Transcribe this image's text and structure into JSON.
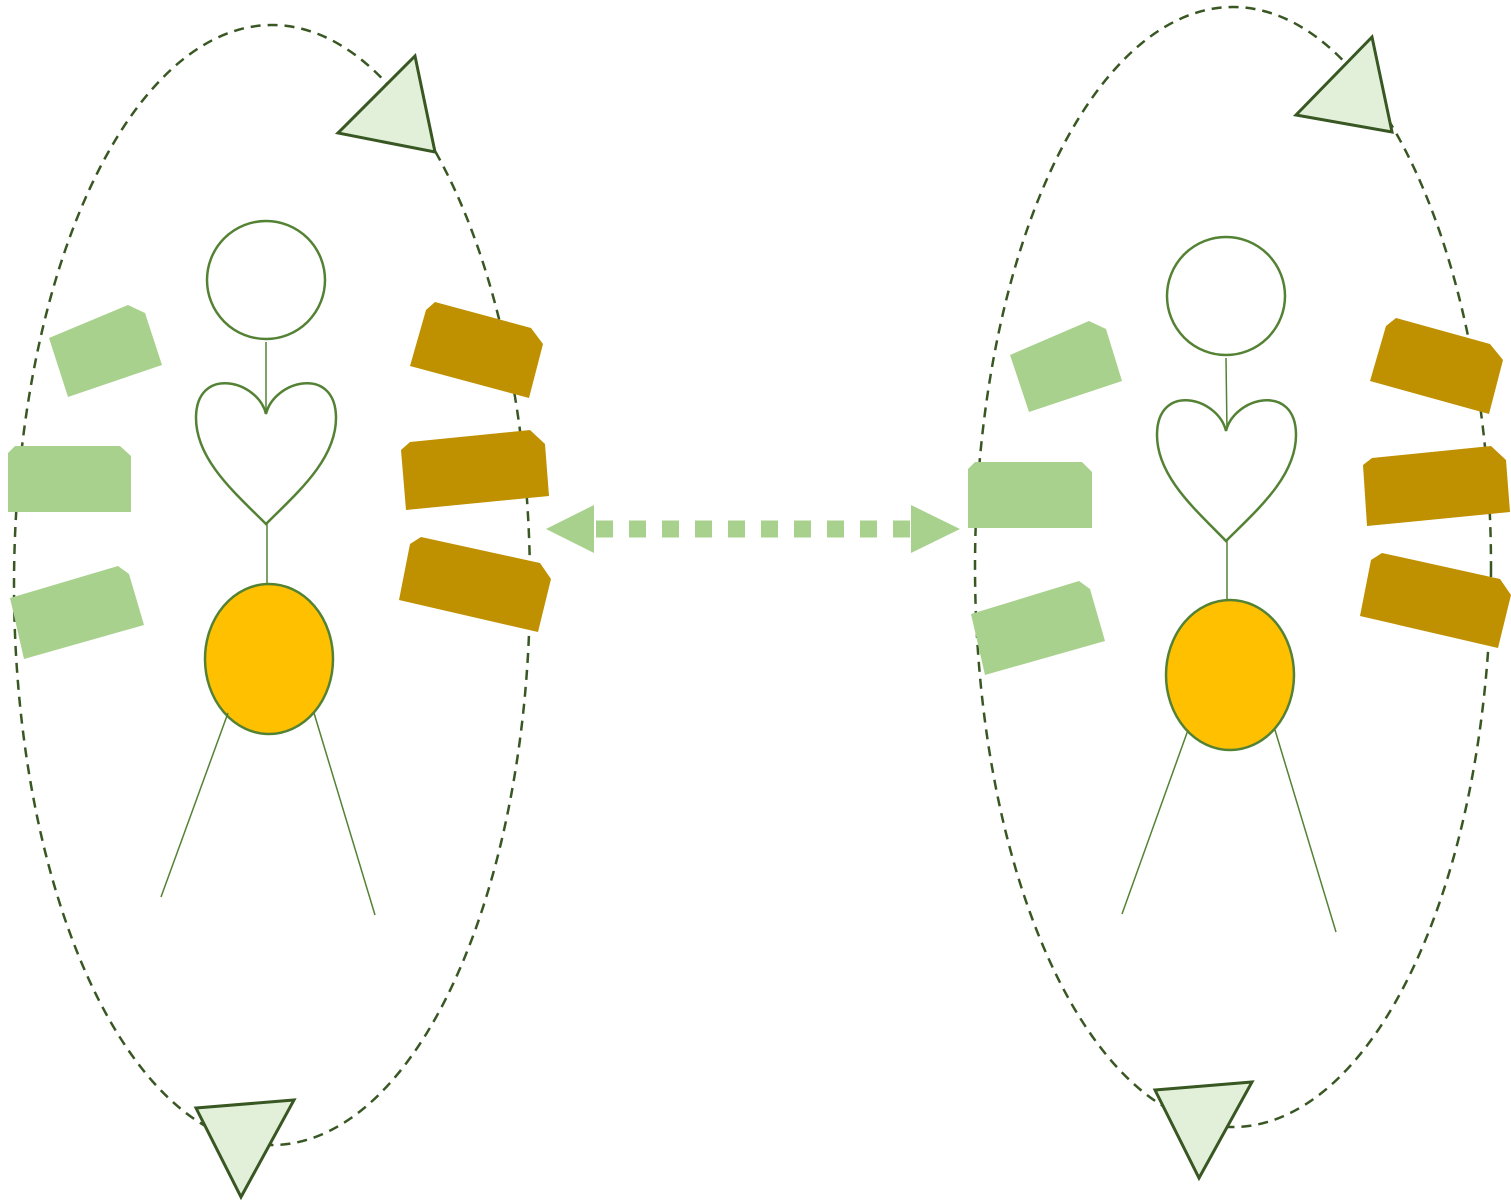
{
  "diagram": {
    "colors": {
      "background": "#ffffff",
      "dashed_outline": "#385723",
      "figure_stroke": "#548235",
      "triangle_fill": "#e2f0d9",
      "triangle_stroke": "#385723",
      "card_left": "#a9d18e",
      "card_right": "#bf9000",
      "core_fill": "#ffc000",
      "core_stroke": "#548235",
      "connector": "#a9d18e"
    },
    "figures": [
      {
        "name": "figure-left",
        "left_cards": 3,
        "right_cards": 3
      },
      {
        "name": "figure-right",
        "left_cards": 3,
        "right_cards": 3
      }
    ],
    "connector": {
      "type": "bidirectional-dotted-arrow"
    },
    "icons": [
      "head-circle-icon",
      "heart-icon",
      "core-circle-icon",
      "cycle-arrow-icon"
    ]
  }
}
